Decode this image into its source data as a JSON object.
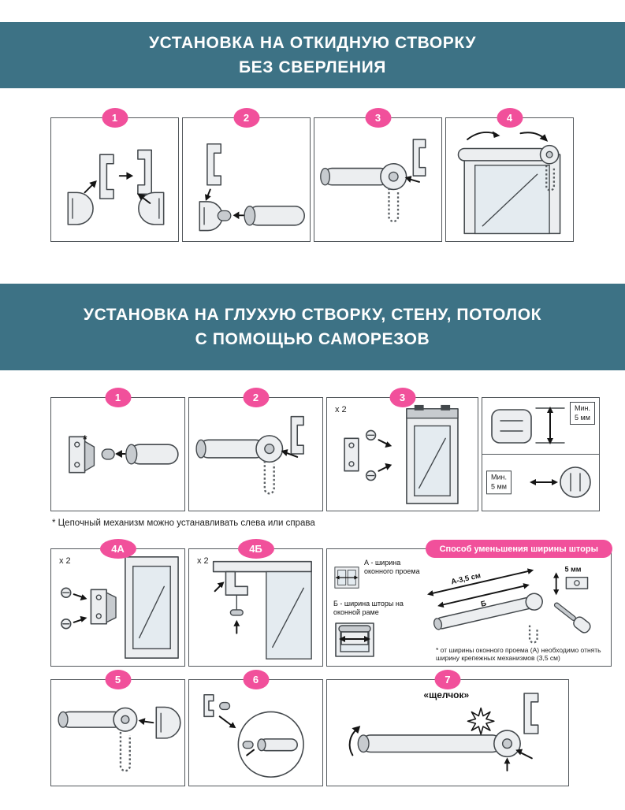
{
  "colors": {
    "teal": "#3d7285",
    "pink": "#f1509b",
    "border": "#53585c"
  },
  "banner1": {
    "line1": "УСТАНОВКА НА ОТКИДНУЮ СТВОРКУ",
    "line2": "БЕЗ СВЕРЛЕНИЯ"
  },
  "banner2": {
    "line1": "УСТАНОВКА НА ГЛУХУЮ СТВОРКУ, СТЕНУ, ПОТОЛОК",
    "line2": "С ПОМОЩЬЮ САМОРЕЗОВ"
  },
  "section1": {
    "steps": [
      {
        "num": "1"
      },
      {
        "num": "2"
      },
      {
        "num": "3"
      },
      {
        "num": "4"
      }
    ]
  },
  "section2": {
    "steps": [
      {
        "num": "1",
        "note": "*"
      },
      {
        "num": "2"
      },
      {
        "num": "3",
        "count": "х 2"
      }
    ],
    "min_top": {
      "line1": "Мин.",
      "line2": "5 мм"
    },
    "min_left": {
      "line1": "Мин.",
      "line2": "5 мм"
    },
    "footnote": "* Цепочный механизм можно устанавливать слева или справа"
  },
  "section3": {
    "steps": [
      {
        "num": "4А",
        "count": "х 2"
      },
      {
        "num": "4Б",
        "count": "х 2"
      }
    ],
    "width_panel": {
      "title": "Способ уменьшения ширины шторы",
      "label_a": "А - ширина оконного проема",
      "label_b": "Б - ширина шторы на оконной раме",
      "dim_a": "А-3,5 см",
      "dim_b": "Б",
      "dim_detail": "5 мм",
      "footnote": "* от ширины оконного проема (А) необходимо отнять ширину крепежных механизмов (3,5 см)"
    }
  },
  "section4": {
    "steps": [
      {
        "num": "5"
      },
      {
        "num": "6"
      },
      {
        "num": "7"
      }
    ],
    "click_label": "«щелчок»"
  }
}
